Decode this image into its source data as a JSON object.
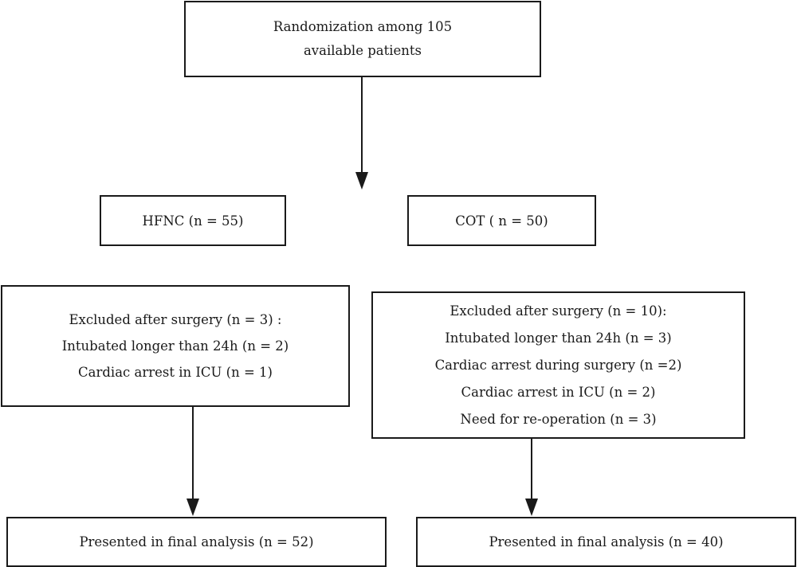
{
  "nodes": {
    "randomization": [
      "Randomization among 105",
      "available patients"
    ],
    "hfnc": [
      "HFNC (n = 55)"
    ],
    "cot": [
      "COT ( n = 50)"
    ],
    "excluded_hfnc": [
      "Excluded after surgery (n = 3) :",
      "Intubated longer than 24h (n = 2)",
      "Cardiac arrest in ICU (n = 1)"
    ],
    "excluded_cot": [
      "Excluded after surgery (n = 10):",
      "Intubated longer than 24h (n = 3)",
      "Cardiac arrest during surgery (n =2)",
      "Cardiac arrest in  ICU (n = 2)",
      "Need for re-operation (n = 3)"
    ],
    "final_hfnc": [
      "Presented in final analysis (n = 52)"
    ],
    "final_cot": [
      "Presented in final analysis (n = 40)"
    ]
  },
  "colors": {
    "stroke": "#1a1a1a",
    "background": "#ffffff"
  }
}
